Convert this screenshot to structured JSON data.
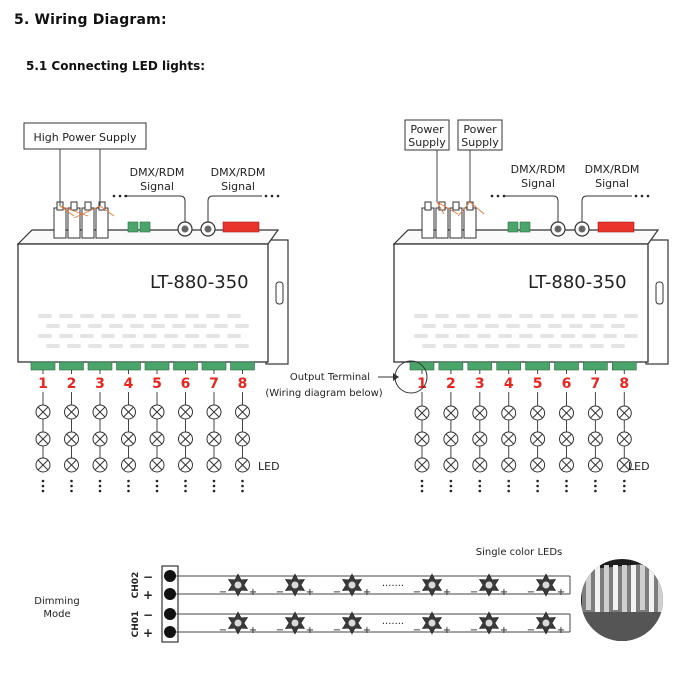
{
  "section_title": "5.  Wiring Diagram:",
  "subsection_title": "5.1 Connecting LED lights:",
  "left": {
    "supply_label": "High Power Supply",
    "signal_labels": [
      [
        "DMX/RDM",
        "Signal"
      ],
      [
        "DMX/RDM",
        "Signal"
      ]
    ],
    "model": "LT-880-350",
    "channels": [
      "1",
      "2",
      "3",
      "4",
      "5",
      "6",
      "7",
      "8"
    ],
    "led_label": "LED"
  },
  "right": {
    "supply_labels": [
      [
        "Power",
        "Supply"
      ],
      [
        "Power",
        "Supply"
      ]
    ],
    "signal_labels": [
      [
        "DMX/RDM",
        "Signal"
      ],
      [
        "DMX/RDM",
        "Signal"
      ]
    ],
    "model": "LT-880-350",
    "channels": [
      "1",
      "2",
      "3",
      "4",
      "5",
      "6",
      "7",
      "8"
    ],
    "led_label": "LED",
    "output_terminal_label": [
      "Output Terminal",
      "(Wiring diagram below)"
    ]
  },
  "bottom": {
    "mode_label": [
      "Dimming",
      "Mode"
    ],
    "channel_labels": [
      "CH02",
      "CH01"
    ],
    "polarity": [
      "−",
      "+",
      "−",
      "+"
    ],
    "single_color_label": "Single color LEDs",
    "ellipsis": "·······",
    "led_pin_minus": "−",
    "led_pin_plus": "+"
  },
  "colors": {
    "channel_number": "#e8251f",
    "terminal_green": "#4aa56a",
    "dip_red": "#e8342b",
    "wire_orange": "#e8783a",
    "outline": "#333333"
  }
}
